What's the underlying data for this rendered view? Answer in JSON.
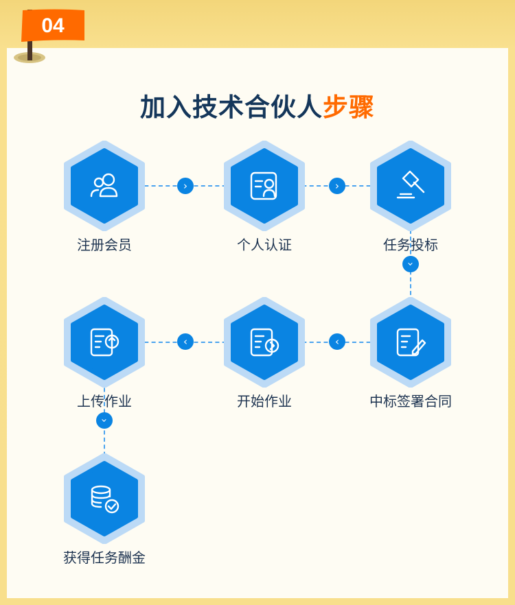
{
  "badge": {
    "number": "04"
  },
  "title": {
    "main": "加入技术合伙人",
    "highlight": "步骤"
  },
  "steps": [
    {
      "label": "注册会员",
      "icon": "users-icon"
    },
    {
      "label": "个人认证",
      "icon": "id-card-icon"
    },
    {
      "label": "任务投标",
      "icon": "gavel-icon"
    },
    {
      "label": "中标签署合同",
      "icon": "contract-sign-icon"
    },
    {
      "label": "开始作业",
      "icon": "document-start-icon"
    },
    {
      "label": "上传作业",
      "icon": "document-upload-icon"
    },
    {
      "label": "获得任务酬金",
      "icon": "coins-check-icon"
    }
  ],
  "colors": {
    "accent": "#ff6a00",
    "hex_inner": "#0a84e2",
    "hex_outer": "#bcdaf6",
    "title": "#14365a"
  }
}
